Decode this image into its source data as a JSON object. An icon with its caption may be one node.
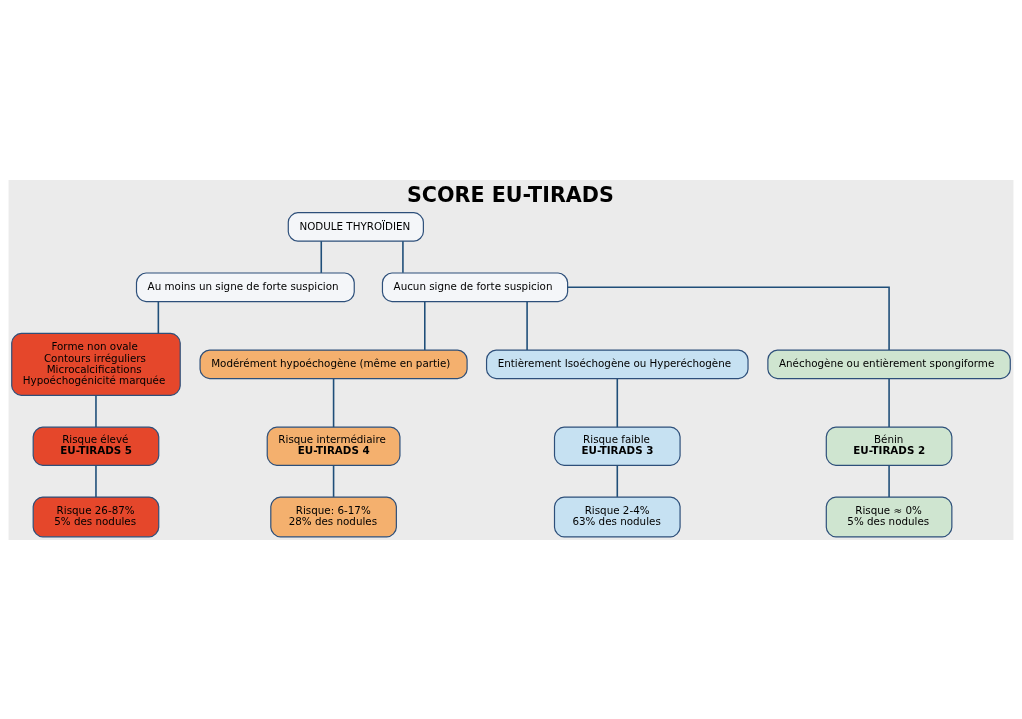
{
  "diagram": {
    "title": "SCORE EU-TIRADS",
    "nodes": [
      {
        "text": [
          "NODULE THYROÏDIEN"
        ]
      },
      {
        "text": [
          "Au moins un signe de forte suspicion"
        ]
      },
      {
        "text": [
          "Aucun signe de forte suspicion"
        ]
      },
      {
        "text": [
          "Forme non ovale",
          "Contours irréguliers",
          "Microcalcifications",
          "Hypoéchogénicité marquée"
        ]
      },
      {
        "text": [
          "Modérément hypoéchogène (même en partie)"
        ]
      },
      {
        "text": [
          "Entièrement Isoéchogène ou Hyperéchogène"
        ]
      },
      {
        "text": [
          "Anéchogène ou entièrement spongiforme"
        ]
      },
      {
        "text": [
          "Risque élevé",
          "EU-TIRADS 5"
        ]
      },
      {
        "text": [
          "Risque intermédiaire",
          "EU-TIRADS 4"
        ]
      },
      {
        "text": [
          "Risque faible",
          "EU-TIRADS 3"
        ]
      },
      {
        "text": [
          "Bénin",
          "EU-TIRADS 2"
        ]
      },
      {
        "text": [
          "Risque 26-87%",
          "5% des nodules"
        ]
      },
      {
        "text": [
          "Risque: 6-17%",
          "28% des nodules"
        ]
      },
      {
        "text": [
          "Risque 2-4%",
          "63% des nodules"
        ]
      },
      {
        "text": [
          "Risque ≈ 0%",
          "5% des nodules"
        ]
      }
    ],
    "edges": [
      {
        "from": 0,
        "to": 1,
        "arrow": "none"
      },
      {
        "from": 0,
        "to": 2,
        "arrow": "none"
      },
      {
        "from": 1,
        "to": 3,
        "arrow": "none"
      },
      {
        "from": 2,
        "to": 4,
        "arrow": "none"
      },
      {
        "from": 2,
        "to": 5,
        "arrow": "none"
      },
      {
        "from": 2,
        "to": 6,
        "arrow": "none"
      },
      {
        "from": 3,
        "to": 7,
        "arrow": "none"
      },
      {
        "from": 4,
        "to": 8,
        "arrow": "none"
      },
      {
        "from": 5,
        "to": 9,
        "arrow": "none"
      },
      {
        "from": 6,
        "to": 10,
        "arrow": "none"
      },
      {
        "from": 7,
        "to": 11,
        "arrow": "none"
      },
      {
        "from": 8,
        "to": 12,
        "arrow": "none"
      },
      {
        "from": 9,
        "to": 13,
        "arrow": "none"
      },
      {
        "from": 10,
        "to": 14,
        "arrow": "none"
      }
    ]
  }
}
